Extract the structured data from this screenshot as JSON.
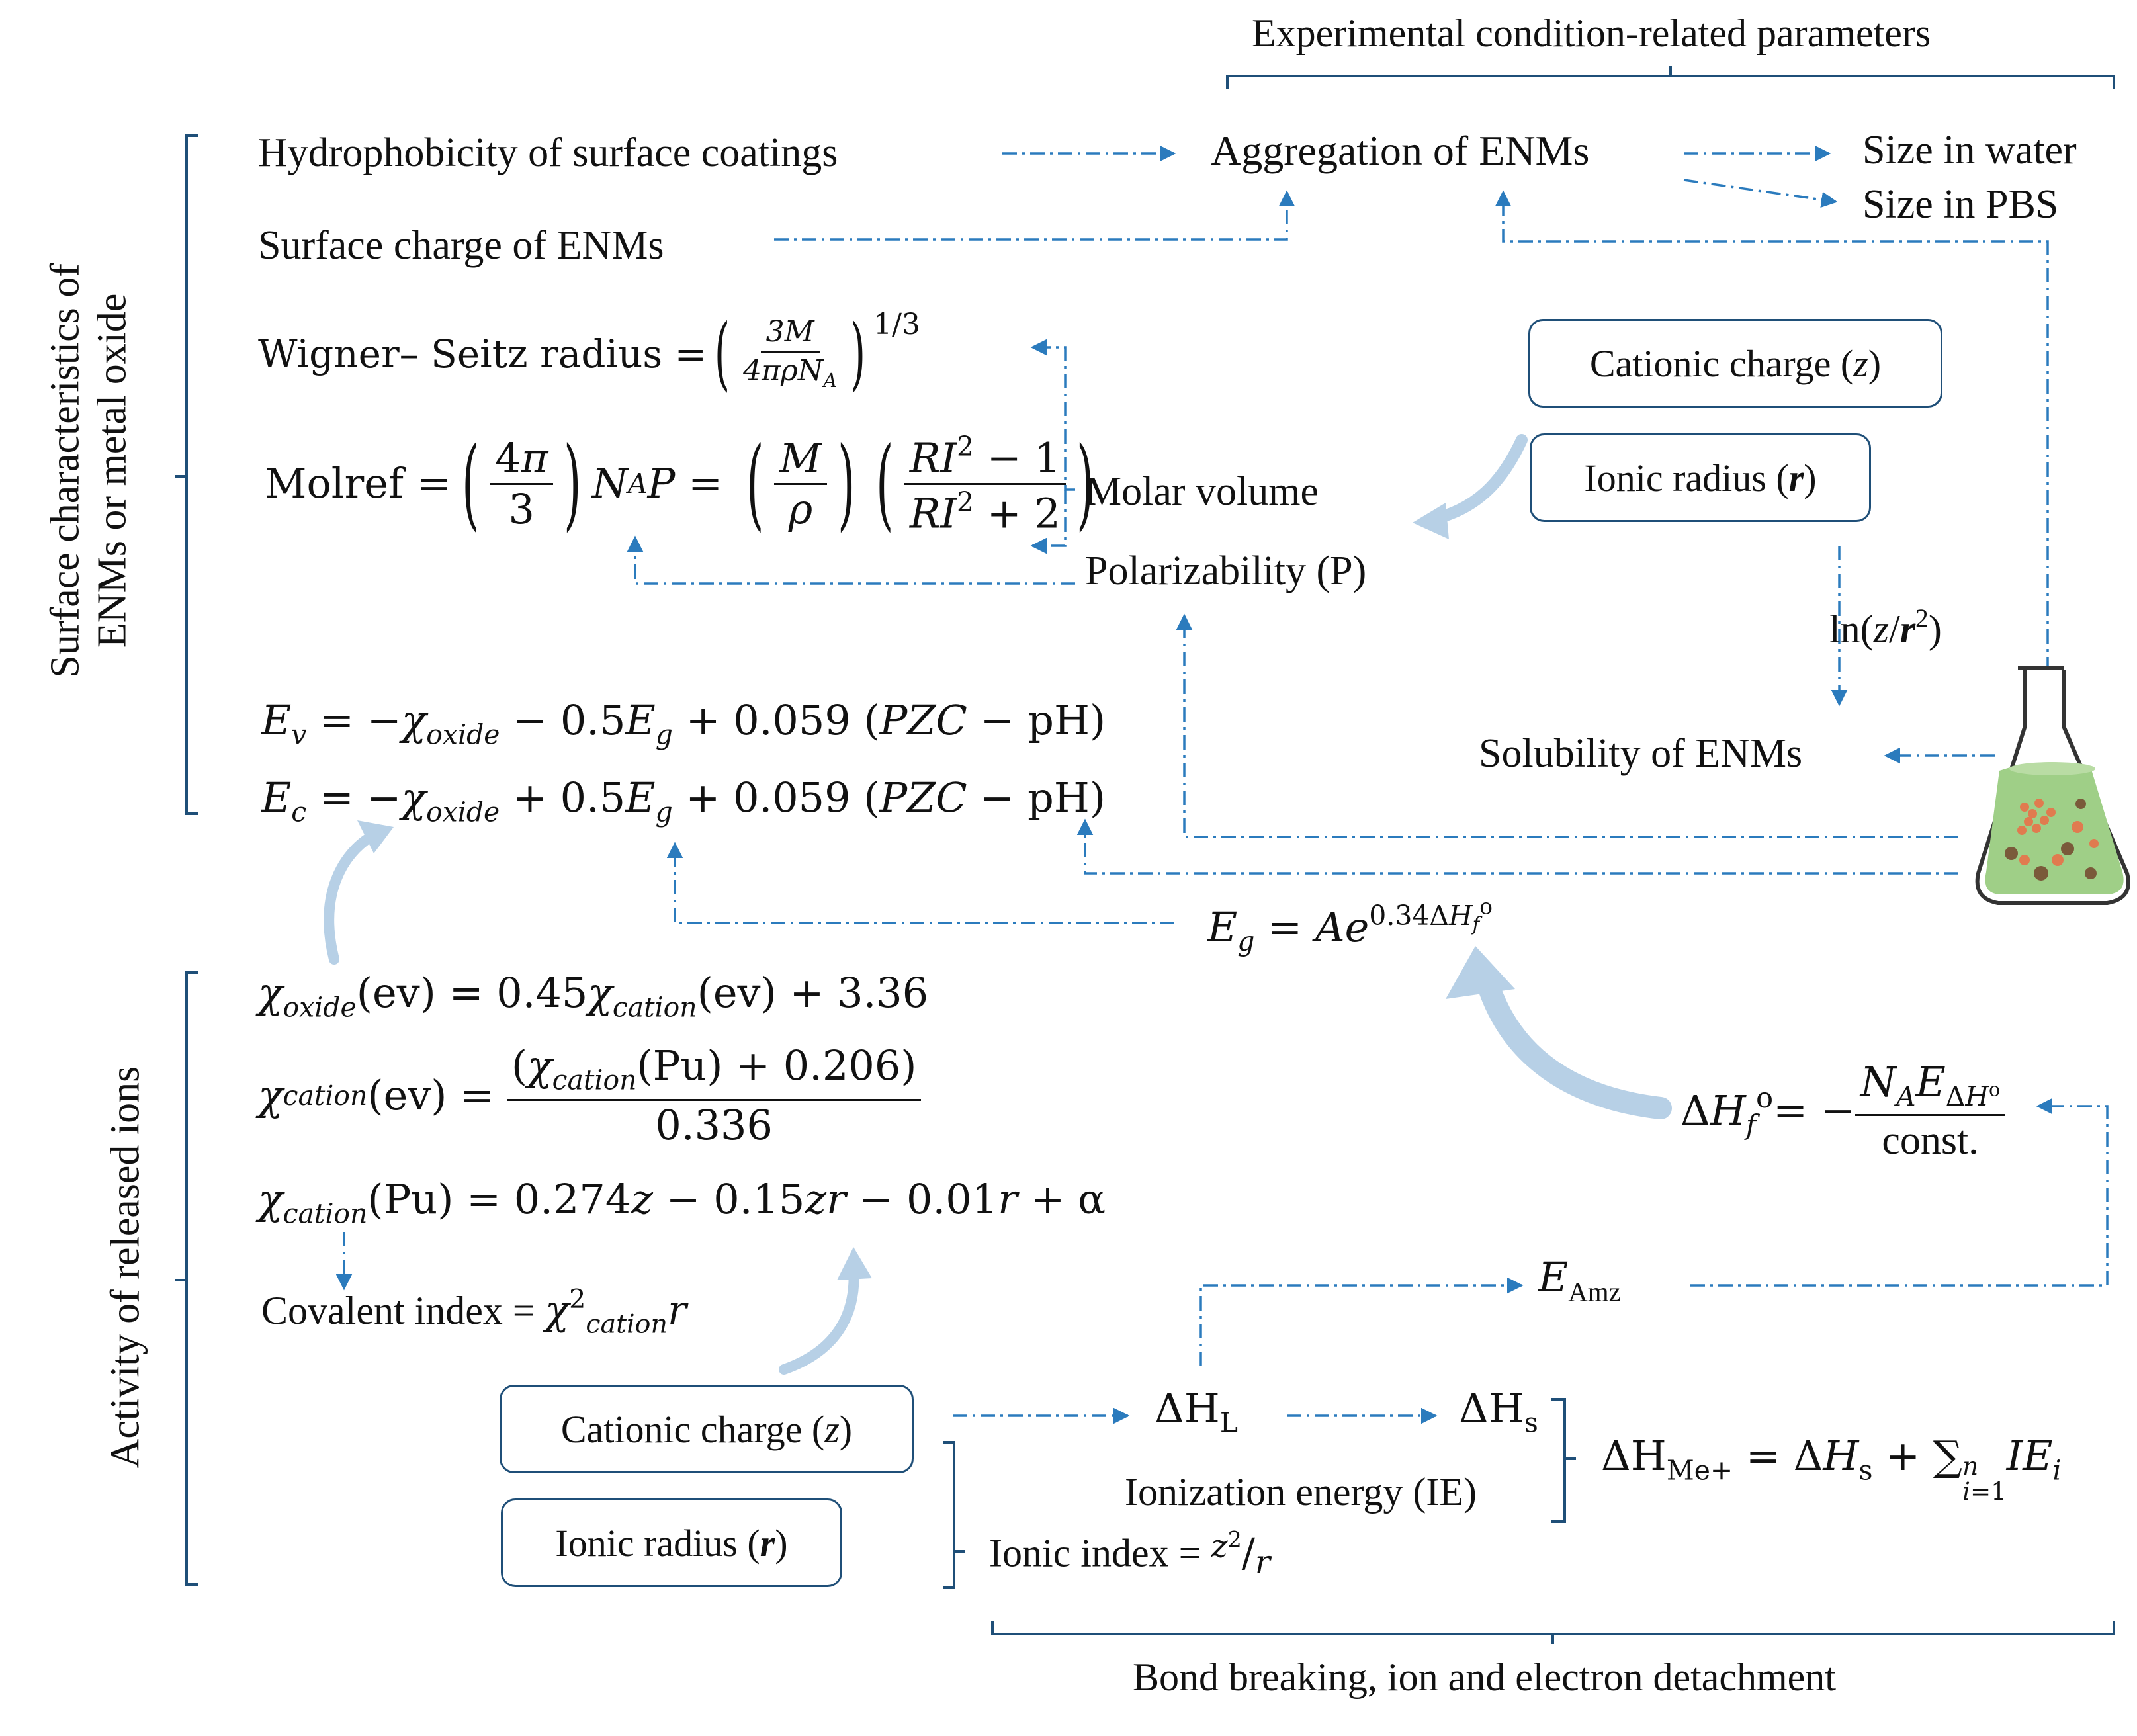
{
  "headers": {
    "top": "Experimental condition-related parameters",
    "bottom": "Bond breaking, ion and electron detachment"
  },
  "side_labels": {
    "surface": [
      "Surface characteristics of",
      "ENMs or metal oxide"
    ],
    "ions": "Activity of released  ions"
  },
  "nodes": {
    "hydrophobicity": "Hydrophobicity of surface coatings",
    "surface_charge": "Surface charge of ENMs",
    "aggregation": "Aggregation of ENMs",
    "size_water": "Size in water",
    "size_pbs": "Size in PBS",
    "molar_volume": "Molar volume",
    "polarizability": "Polarizability (P)",
    "solubility": "Solubility of ENMs",
    "ionization_energy": "Ionization energy (IE)"
  },
  "boxes": {
    "cationic_top": [
      "Cationic charge (",
      "z",
      ")"
    ],
    "ionic_top": [
      "Ionic radius (",
      "r",
      ")"
    ],
    "cationic_bottom": [
      "Cationic charge (",
      "z",
      ")"
    ],
    "ionic_bottom": [
      "Ionic radius (",
      "r",
      ")"
    ]
  },
  "labels": {
    "ln_zr": [
      "ln(",
      "z",
      "/",
      "r",
      "2",
      ")"
    ]
  },
  "equations": {
    "wigner_prefix": "Wigner– Seitz radius = ",
    "wigner_num": "3M",
    "wigner_den": "4πρN",
    "wigner_den_sub": "A",
    "wigner_exp": "1/3",
    "molref_prefix": "Molref = ",
    "ev_line": "E",
    "chi_oxide_line": "(ev) = 0.45",
    "chi_oxide_tail": "(ev)  + 3.36",
    "chi_cation_num": "(χcation(Pu) + 0.206)",
    "chi_cation_den": "0.336",
    "chi_pu_tail": "(Pu) = 0.274z − 0.15zr − 0.01r + α",
    "covalent_prefix": "Covalent index = ",
    "ionic_index_prefix": "Ionic index = ",
    "dh_me": "ΔH",
    "dhl": "ΔH",
    "dhs": "ΔH",
    "e_amz": "E",
    "const": "const."
  },
  "colors": {
    "arrow": "#2b7bbd",
    "bracket": "#1f4f78",
    "big_arrow": "#a9c7e2",
    "liquid": "#9fcf87"
  }
}
